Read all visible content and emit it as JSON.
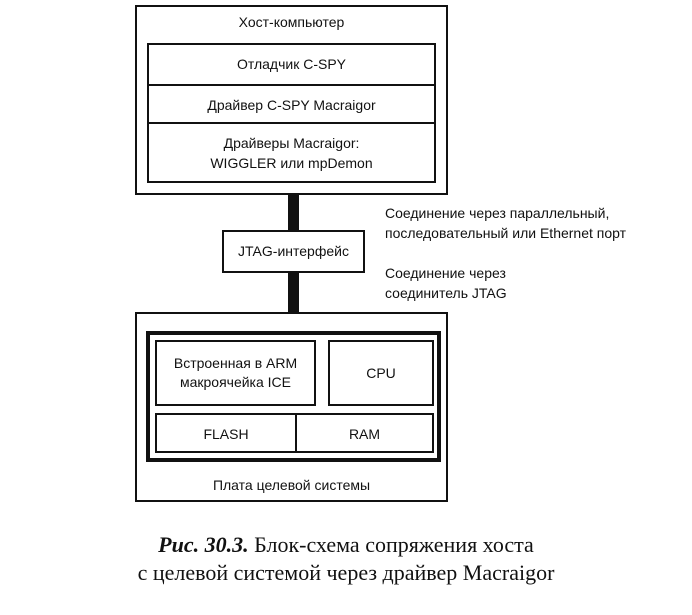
{
  "host": {
    "title": "Хост-компьютер",
    "debugger": "Отладчик C-SPY",
    "driver": "Драйвер C-SPY Macraigor",
    "drivers_line1": "Драйверы Macraigor:",
    "drivers_line2": "WIGGLER или mpDemon"
  },
  "jtag": {
    "label": "JTAG-интерфейс"
  },
  "notes": {
    "upper_line1": "Соединение через параллельный,",
    "upper_line2": "последовательный или Ethernet порт",
    "lower_line1": "Соединение через",
    "lower_line2": "соединитель JTAG"
  },
  "target": {
    "ice_line1": "Встроенная в ARM",
    "ice_line2": "макроячейка ICE",
    "cpu": "CPU",
    "flash": "FLASH",
    "ram": "RAM",
    "title": "Плата целевой системы"
  },
  "caption": {
    "prefix": "Рис. 30.3.",
    "line1": "Блок-схема сопряжения хоста",
    "line2": "с целевой системой через драйвер Macraigor"
  }
}
